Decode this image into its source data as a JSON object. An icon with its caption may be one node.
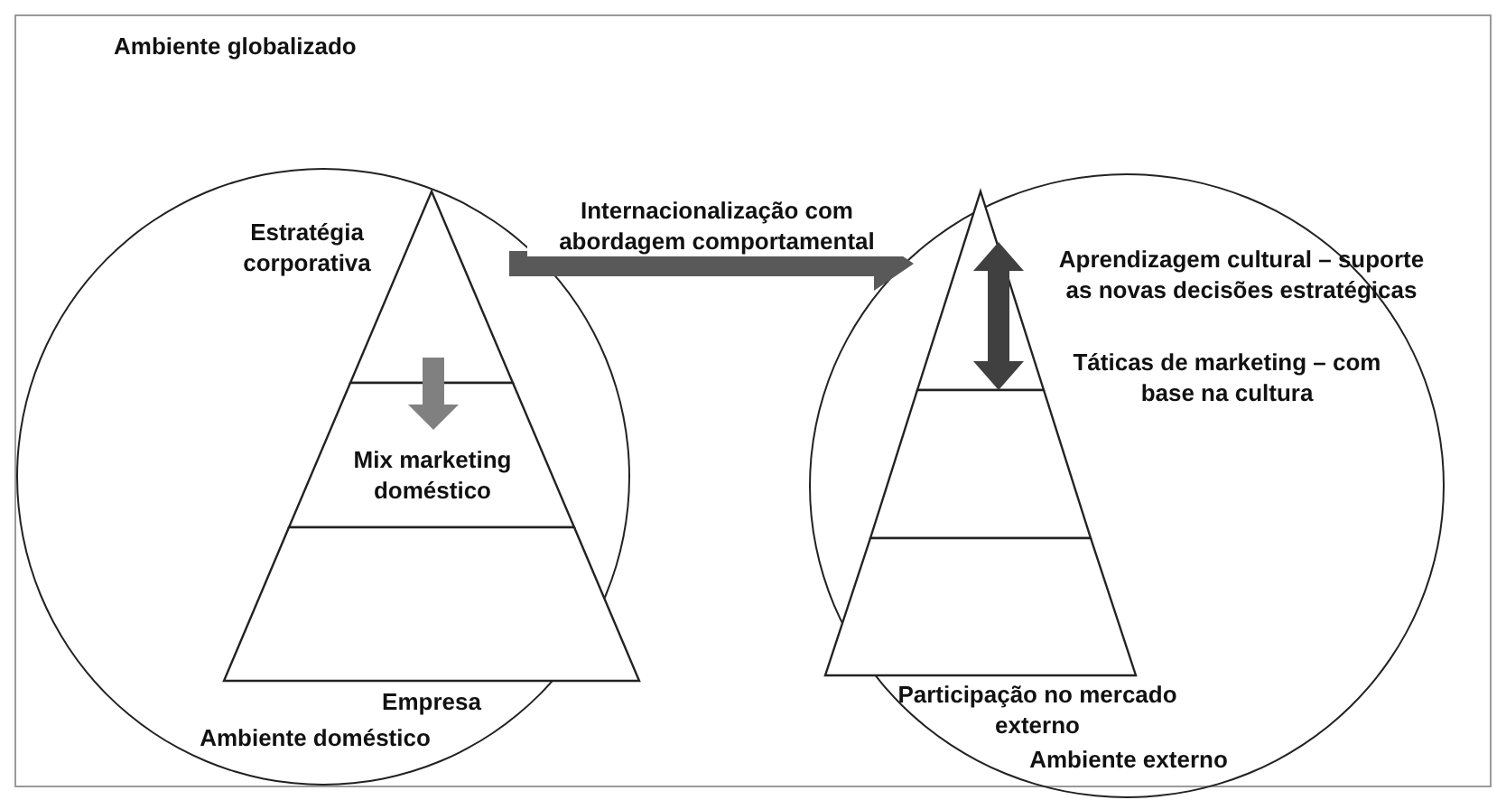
{
  "diagram": {
    "nodes": [
      {
        "text": [
          "Ambiente globalizado"
        ]
      },
      {
        "text": [
          "Ambiente doméstico"
        ],
        "in": 0
      },
      {
        "text": [
          "Estratégia corporativa"
        ],
        "in": 1
      },
      {
        "text": [
          "Mix marketing doméstico"
        ],
        "in": 1
      },
      {
        "text": [
          "Empresa"
        ],
        "in": 1
      },
      {
        "text": [
          "Ambiente externo"
        ],
        "in": 0
      },
      {
        "text": [
          "Aprendizagem cultural – suporte as novas decisões estratégicas"
        ],
        "in": 5
      },
      {
        "text": [
          "Táticas de marketing – com base na cultura"
        ],
        "in": 5
      },
      {
        "text": [
          "Participação no mercado externo"
        ],
        "in": 5
      }
    ],
    "edges": [
      {
        "from": 2,
        "to": 6,
        "arrow": "to",
        "label": "Internacionalização com abordagem comportamental",
        "color": "#595959"
      },
      {
        "from": 2,
        "to": 3,
        "arrow": "to",
        "color": "#808080"
      },
      {
        "from": 6,
        "to": 7,
        "arrow": "both",
        "color": "#404040"
      }
    ]
  }
}
